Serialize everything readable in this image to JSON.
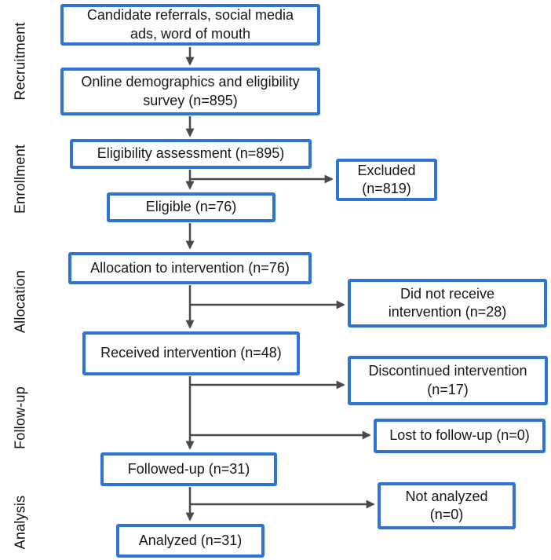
{
  "figure": {
    "type": "flow-diagram",
    "description": "CONSORT-style participant flow diagram"
  },
  "colors": {
    "box_border": "#2e74d4",
    "box_fill": "#ffffff",
    "arrow": "#4a4a4a",
    "text": "#161616",
    "background": "#ffffff"
  },
  "stages": [
    {
      "id": "recruitment",
      "label": "Recruitment"
    },
    {
      "id": "enrollment",
      "label": "Enrollment"
    },
    {
      "id": "allocation",
      "label": "Allocation"
    },
    {
      "id": "followup",
      "label": "Follow-up"
    },
    {
      "id": "analysis",
      "label": "Analysis"
    }
  ],
  "boxes": {
    "candidate_referrals": {
      "lines": [
        "Candidate referrals, social media",
        "ads, word of mouth"
      ]
    },
    "online_survey": {
      "lines": [
        "Online demographics and eligibility",
        "survey (n=895)"
      ],
      "n": 895
    },
    "eligibility_assessment": {
      "lines": [
        "Eligibility assessment (n=895)"
      ],
      "n": 895
    },
    "excluded": {
      "lines": [
        "Excluded",
        "(n=819)"
      ],
      "n": 819
    },
    "eligible": {
      "lines": [
        "Eligible (n=76)"
      ],
      "n": 76
    },
    "allocation_intervention": {
      "lines": [
        "Allocation to intervention (n=76)"
      ],
      "n": 76
    },
    "did_not_receive": {
      "lines": [
        "Did not receive",
        "intervention (n=28)"
      ],
      "n": 28
    },
    "received_intervention": {
      "lines": [
        "Received intervention (n=48)"
      ],
      "n": 48
    },
    "discontinued": {
      "lines": [
        "Discontinued intervention",
        "(n=17)"
      ],
      "n": 17
    },
    "lost_to_followup": {
      "lines": [
        "Lost to follow-up (n=0)"
      ],
      "n": 0
    },
    "followed_up": {
      "lines": [
        "Followed-up (n=31)"
      ],
      "n": 31
    },
    "not_analyzed": {
      "lines": [
        "Not analyzed",
        "(n=0)"
      ],
      "n": 0
    },
    "analyzed": {
      "lines": [
        "Analyzed (n=31)"
      ],
      "n": 31
    }
  }
}
